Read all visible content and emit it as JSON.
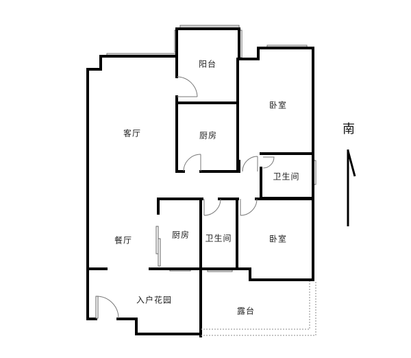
{
  "rooms": {
    "balcony": "阳台",
    "master_bedroom": "卧室",
    "living_room": "客厅",
    "kitchen_upper": "厨房",
    "bathroom_upper": "卫生间",
    "dining_room": "餐厅",
    "kitchen_lower": "厨房",
    "bathroom_lower": "卫生间",
    "bedroom_lower": "卧室",
    "entry_garden": "入户花园",
    "terrace": "露台"
  },
  "compass": {
    "label": "南"
  }
}
